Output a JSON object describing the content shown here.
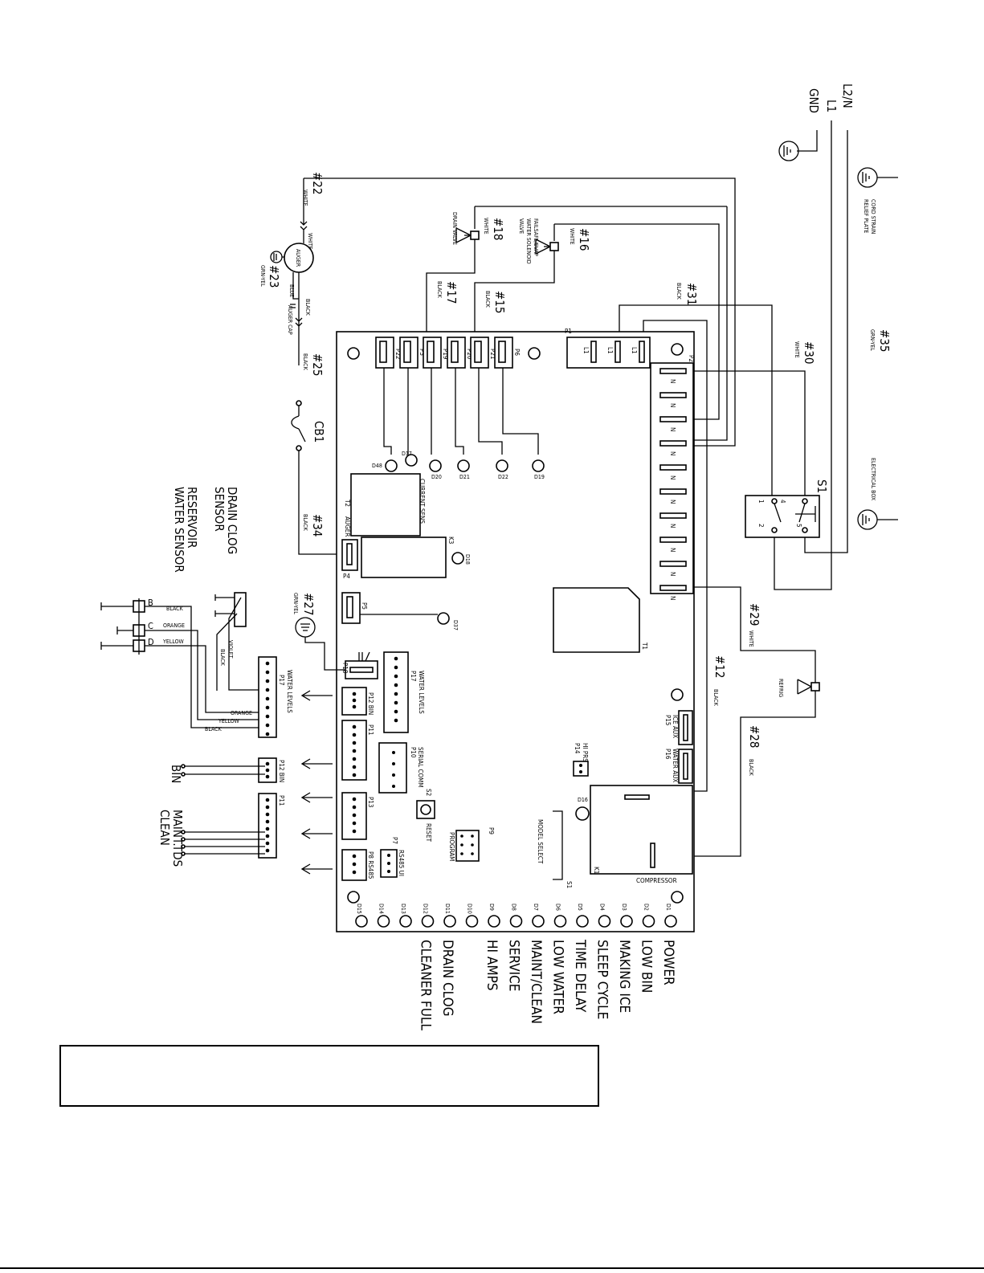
{
  "power_inputs": [
    "L2/N",
    "L1",
    "GND"
  ],
  "wires": {
    "w22": {
      "num": "#22",
      "color": "WHITE"
    },
    "w23": {
      "num": "#23",
      "color": "GRN-YEL"
    },
    "w25": {
      "num": "#25",
      "color": "BLACK"
    },
    "w34": {
      "num": "#34",
      "color": "BLACK"
    },
    "w27": {
      "num": "#27",
      "color": "GRN-YEL"
    },
    "w18": {
      "num": "#18",
      "color": "WHITE"
    },
    "w17": {
      "num": "#17",
      "color": "BLACK"
    },
    "w16": {
      "num": "#16",
      "color": "WHITE"
    },
    "w15": {
      "num": "#15",
      "color": "BLACK"
    },
    "w31": {
      "num": "#31",
      "color": "BLACK"
    },
    "w35": {
      "num": "#35",
      "color": "GRN-YEL"
    },
    "w30": {
      "num": "#30",
      "color": "WHITE"
    },
    "w29": {
      "num": "#29",
      "color": "WHITE"
    },
    "w12": {
      "num": "#12",
      "color": "BLACK"
    },
    "w28": {
      "num": "#28",
      "color": "BLACK"
    }
  },
  "components": {
    "auger": "AUGER",
    "auger_cap": "AUGER CAP",
    "cb1": "CB1",
    "drain_valve": "DRAIN VALVE",
    "failsafe_valve": [
      "FAILSAFE/EVAP",
      "WATER SOLENOID",
      "VALVE"
    ],
    "cord_strain": [
      "CORD STRAIN",
      "RELIEF PLATE"
    ],
    "electrical_box": "ELECTRICAL BOX",
    "switch": "S1",
    "switch_pins": [
      "1",
      "4",
      "2",
      "5"
    ],
    "refrig": "REFRIG",
    "drain_clog_sensor": [
      "DRAIN CLOG",
      "SENSOR"
    ],
    "reservoir_sensor": [
      "RESERVOIR",
      "WATER SENSOR"
    ],
    "sensor_pins": [
      "B",
      "C",
      "D"
    ],
    "sensor_wire_colors": [
      "BLACK",
      "ORANGE",
      "YELLOW",
      "VIOLET",
      "BLACK"
    ],
    "bin": "BIN",
    "maint_clean": [
      "MAINT.",
      "CLEAN"
    ],
    "tds": "TDS",
    "wire_blue": "BLUE"
  },
  "board": {
    "top_connectors": [
      "P22",
      "P3",
      "P19",
      "P20",
      "P21",
      "P6"
    ],
    "p1": "P1",
    "p1_pins": [
      "L1",
      "L1",
      "L1"
    ],
    "p2": "P2",
    "p2_pin": "N",
    "leds_top": [
      "D48",
      "D17",
      "D20",
      "D21",
      "D22",
      "D19"
    ],
    "t2": "T2",
    "current_sens": "CURRENT SENS",
    "auger_label": "AUGER",
    "k3": "K3",
    "d18": "D18",
    "p4": "P4",
    "p5": "P5",
    "d37": "D37",
    "t1": "T1",
    "p18": "P18",
    "p17": "P17",
    "water_levels": "WATER LEVELS",
    "p12": "P12 BIN",
    "p11": "P11",
    "p10": [
      "P10",
      "SERIAL COMM"
    ],
    "s2": "S2",
    "reset": "RESET",
    "p13": "P13",
    "p9": "P9",
    "program": "PROGRAM",
    "p7": "P7",
    "rs485_ui": "RS485 UI",
    "p8": "P8 RS485",
    "p14": "P14",
    "hi_prs": "HI PRS",
    "d16": "D16",
    "model_select": "MODEL SELECT",
    "s1_board": "S1",
    "k1": "K1",
    "compressor": "COMPRESSOR",
    "p15": [
      "ICE AUX",
      "P15"
    ],
    "p16": [
      "WATER AUX",
      "P16"
    ]
  },
  "leds": [
    {
      "id": "D1",
      "label": "POWER"
    },
    {
      "id": "D2",
      "label": "LOW BIN"
    },
    {
      "id": "D3",
      "label": "MAKING ICE"
    },
    {
      "id": "D4",
      "label": "SLEEP CYCLE"
    },
    {
      "id": "D5",
      "label": "TIME DELAY"
    },
    {
      "id": "D6",
      "label": "LOW WATER"
    },
    {
      "id": "D7",
      "label": "MAINT/CLEAN"
    },
    {
      "id": "D8",
      "label": "SERVICE"
    },
    {
      "id": "D9",
      "label": "HI AMPS"
    },
    {
      "id": "D10",
      "label": ""
    },
    {
      "id": "D11",
      "label": "DRAIN CLOG"
    },
    {
      "id": "D12",
      "label": "CLEANER FULL"
    },
    {
      "id": "D13",
      "label": ""
    },
    {
      "id": "D14",
      "label": ""
    },
    {
      "id": "D15",
      "label": ""
    }
  ],
  "note": ""
}
